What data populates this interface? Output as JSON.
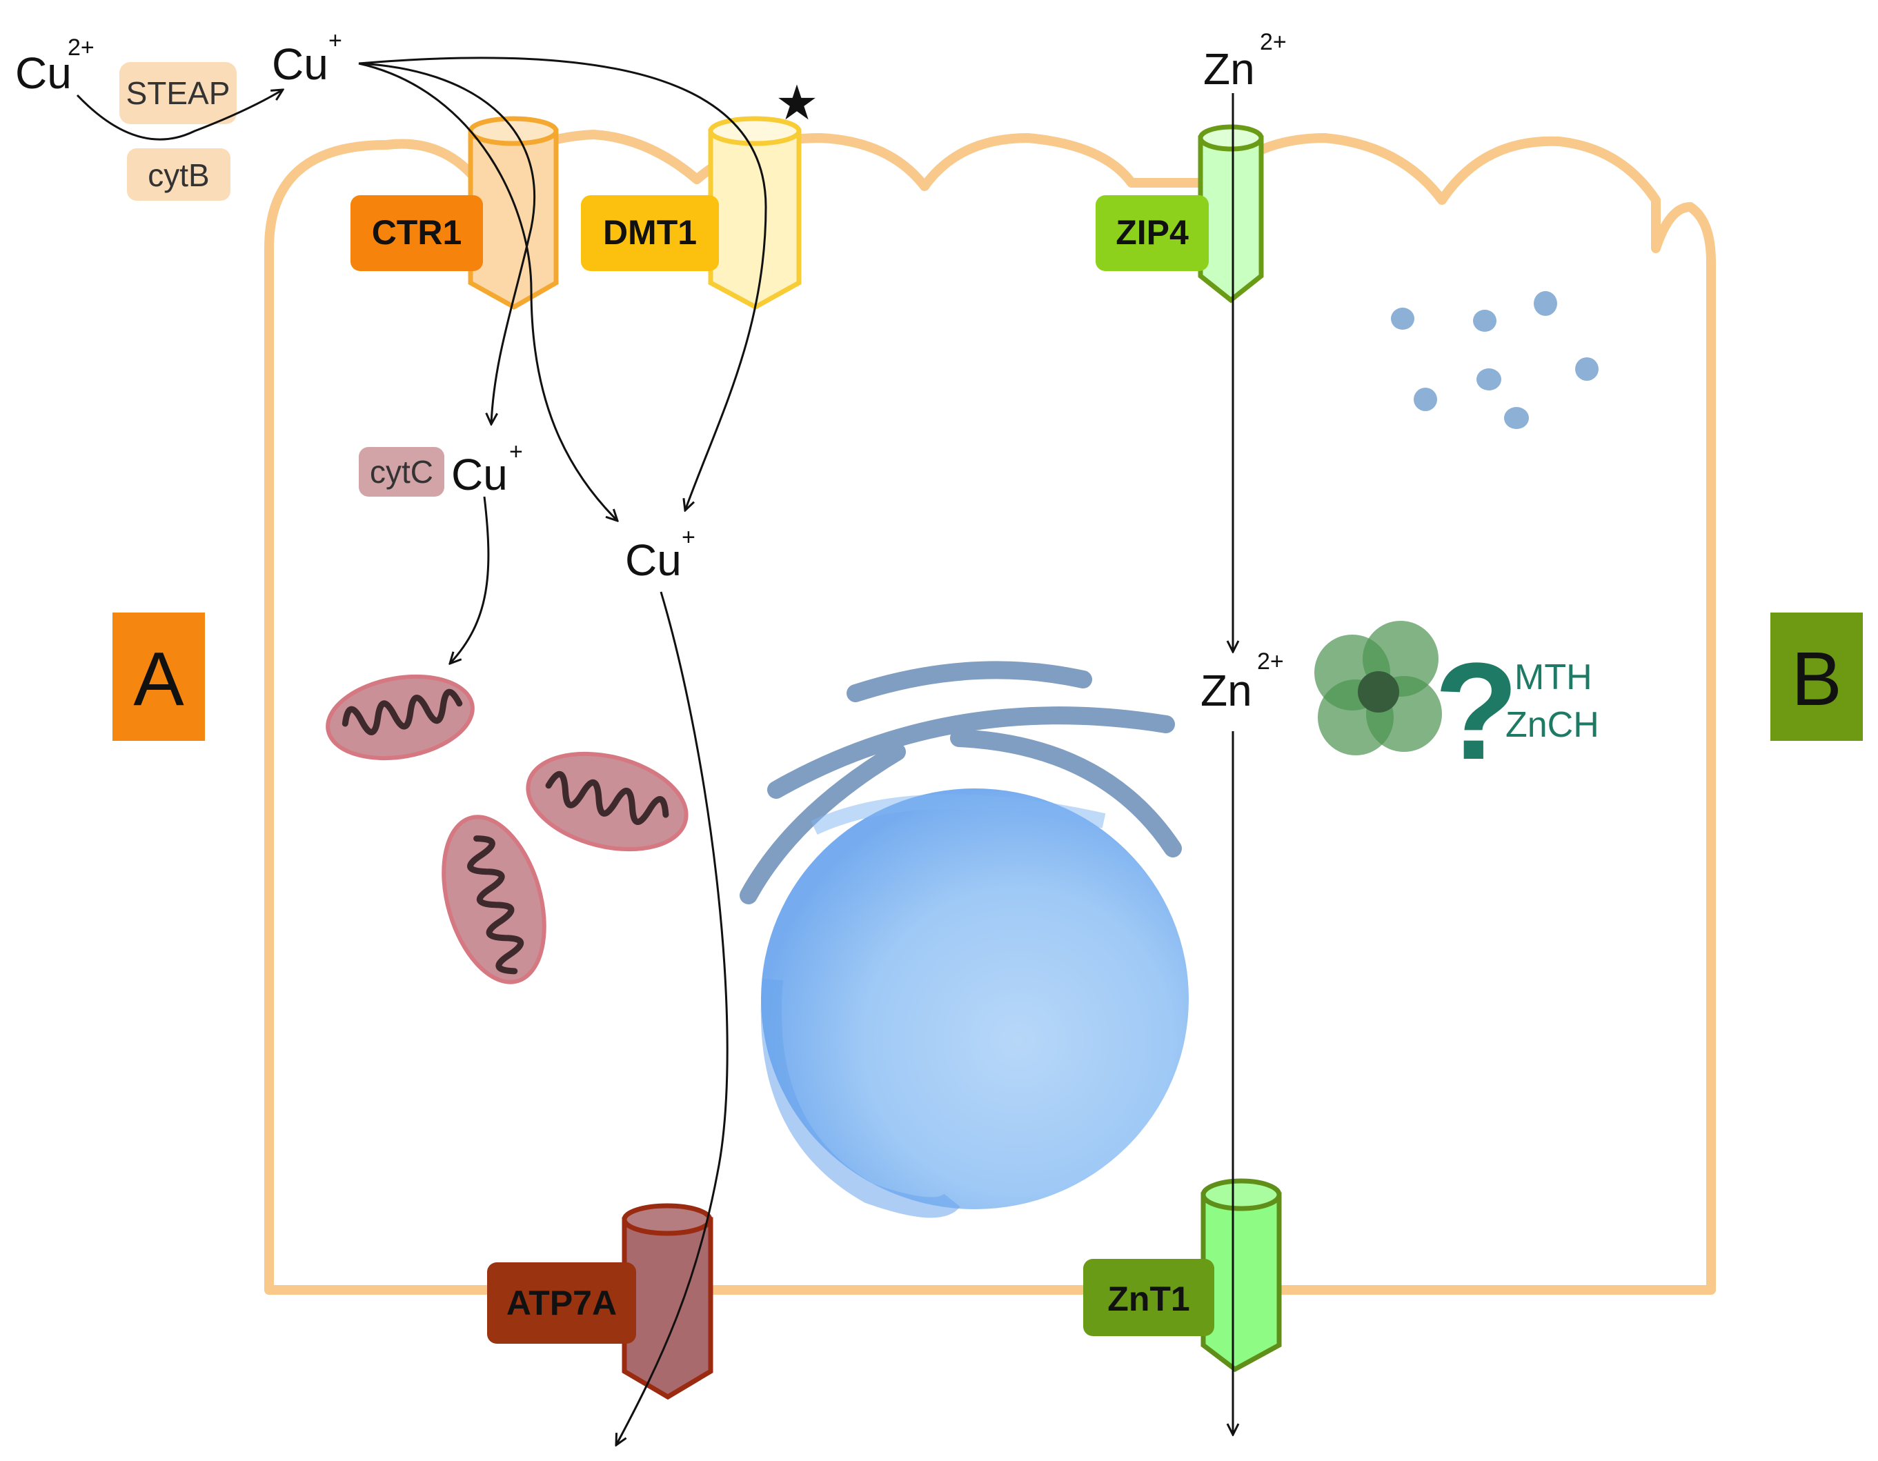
{
  "ions": {
    "cu2_outside": {
      "base": "Cu",
      "charge": "2+"
    },
    "cu_outside": {
      "base": "Cu",
      "charge": "+"
    },
    "cu_cytc": {
      "base": "Cu",
      "charge": "+"
    },
    "cu_center": {
      "base": "Cu",
      "charge": "+"
    },
    "zn_outside": {
      "base": "Zn",
      "charge": "2+"
    },
    "zn_inside": {
      "base": "Zn",
      "charge": "2+"
    }
  },
  "reductases": {
    "steap": "STEAP",
    "cytb": "cytB"
  },
  "cytc_label": "cytC",
  "transporters": {
    "ctr1": {
      "label": "CTR1",
      "color": "#f5830c"
    },
    "dmt1": {
      "label": "DMT1",
      "color": "#fcc10f"
    },
    "zip4": {
      "label": "ZIP4",
      "color": "#8ed11c"
    },
    "atp7a": {
      "label": "ATP7A",
      "color": "#9a3410"
    },
    "znt1": {
      "label": "ZnT1",
      "color": "#6a9b16"
    }
  },
  "panels": {
    "a": "A",
    "b": "B"
  },
  "panel_colors": {
    "a": "#f5860f",
    "b": "#6d9a12"
  },
  "zinc_storage": {
    "question_mark": "?",
    "mth": "MTH",
    "znch": "ZnCH"
  },
  "star_icon": "★",
  "colors": {
    "membrane": "#f8c98a",
    "mitochondria": "#c99098",
    "nucleus": "#8cbdf2",
    "er": "#7f9ec2",
    "vesicle": "#8cb0d6",
    "zinc_complex": "#2e8033"
  }
}
